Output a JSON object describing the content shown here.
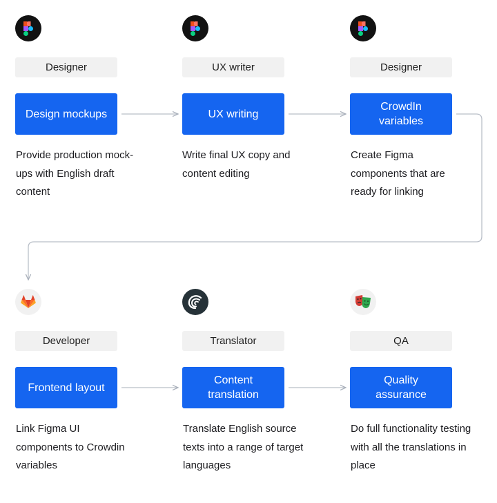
{
  "icons": {
    "figma": "figma-icon",
    "gitlab": "gitlab-icon",
    "crowdin": "crowdin-icon",
    "qa": "theater-masks-icon"
  },
  "colors": {
    "step_blue": "#1565f0",
    "role_bg": "#f1f1f1",
    "connector": "#a9b0bb"
  },
  "flow": [
    {
      "role": "Designer",
      "step": "Design mockups",
      "description": "Provide production mock-ups with English draft content"
    },
    {
      "role": "UX writer",
      "step": "UX writing",
      "description": "Write final UX copy and content editing"
    },
    {
      "role": "Designer",
      "step": "CrowdIn variables",
      "description": "Create Figma components that are ready for linking"
    },
    {
      "role": "Developer",
      "step": "Frontend layout",
      "description": "Link Figma UI components to Crowdin variables"
    },
    {
      "role": "Translator",
      "step": "Content translation",
      "description": "Translate English source texts into a range of target languages"
    },
    {
      "role": "QA",
      "step": "Quality assurance",
      "description": "Do full functionality testing with all the translations in place"
    }
  ]
}
